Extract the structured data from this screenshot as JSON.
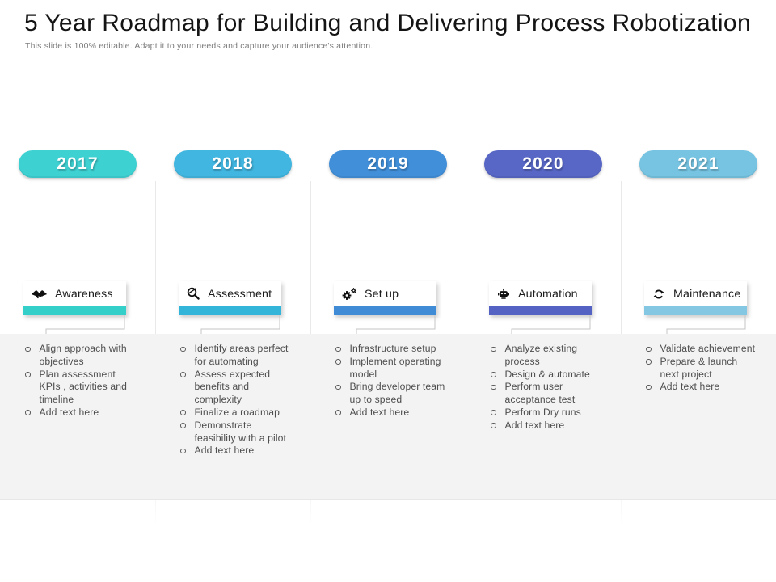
{
  "slide": {
    "title": "5 Year Roadmap for Building and Delivering Process Robotization",
    "subtitle": "This slide is 100% editable. Adapt it to your needs and capture your audience's attention."
  },
  "bullet_icon": "circle-outline-bullet",
  "columns": [
    {
      "year": "2017",
      "accent": "#3ed1d2",
      "bar_color": "#35cfc9",
      "label": "Awareness",
      "icon": "handshake-icon",
      "items": [
        "Align approach with objectives",
        "Plan assessment KPIs , activities and timeline",
        "Add text here"
      ]
    },
    {
      "year": "2018",
      "accent": "#41b6e0",
      "bar_color": "#33b5da",
      "label": "Assessment",
      "icon": "magnifier-check-icon",
      "items": [
        "Identify areas perfect for automating",
        "Assess expected benefits and complexity",
        "Finalize a roadmap",
        "Demonstrate feasibility with a pilot",
        "Add text here"
      ]
    },
    {
      "year": "2019",
      "accent": "#418fd9",
      "bar_color": "#3f8bd6",
      "label": "Set up",
      "icon": "gears-icon",
      "items": [
        "Infrastructure setup",
        "Implement operating model",
        "Bring developer team up to speed",
        "Add text here"
      ]
    },
    {
      "year": "2020",
      "accent": "#5867c6",
      "bar_color": "#5463c3",
      "label": "Automation",
      "icon": "robot-icon",
      "items": [
        "Analyze existing process",
        "Design & automate",
        "Perform user acceptance test",
        "Perform Dry runs",
        "Add text here"
      ]
    },
    {
      "year": "2021",
      "accent": "#76c4e2",
      "bar_color": "#84c7e2",
      "label": "Maintenance",
      "icon": "refresh-icon",
      "items": [
        "Validate achievement",
        "Prepare & launch next project",
        "Add text here"
      ]
    }
  ]
}
